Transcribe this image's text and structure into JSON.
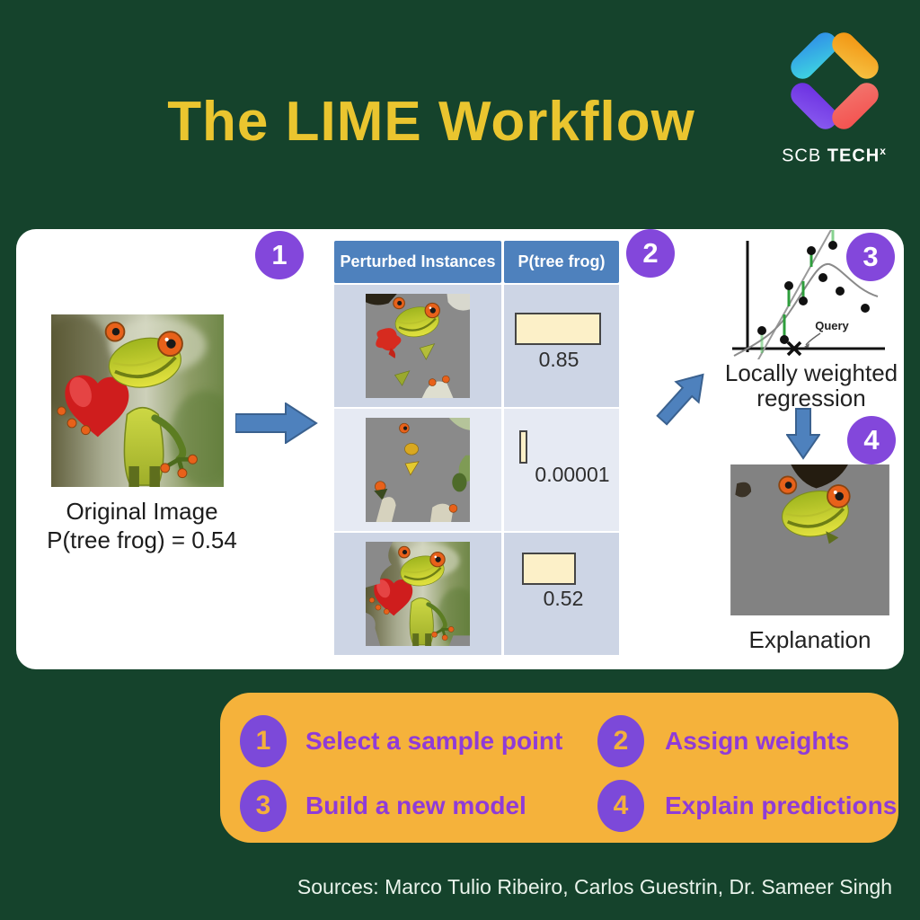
{
  "header": {
    "title": "The LIME Workflow",
    "logo": {
      "scb": "SCB ",
      "tech": "TECH",
      "sup": "x"
    }
  },
  "diagram": {
    "steps": [
      "1",
      "2",
      "3",
      "4"
    ],
    "original": {
      "caption1": "Original Image",
      "caption2": "P(tree frog)  = 0.54"
    },
    "table": {
      "header": {
        "col1": "Perturbed Instances",
        "col2": "P(tree frog)"
      },
      "rows": [
        {
          "value": "0.85"
        },
        {
          "value": "0.00001"
        },
        {
          "value": "0.52"
        }
      ]
    },
    "scatter": {
      "query": "Query",
      "caption1": "Locally weighted",
      "caption2": "regression"
    },
    "explanation": {
      "caption": "Explanation"
    }
  },
  "legend": {
    "items": [
      {
        "num": "1",
        "label": "Select a sample point"
      },
      {
        "num": "2",
        "label": "Assign weights"
      },
      {
        "num": "3",
        "label": "Build a new model"
      },
      {
        "num": "4",
        "label": "Explain predictions"
      }
    ]
  },
  "footer": {
    "sources": "Sources: Marco Tulio Ribeiro, Carlos Guestrin, Dr. Sameer Singh"
  },
  "colors": {
    "background": "#15432C",
    "title_yellow": "#EAC52F",
    "accent_purple": "#8347DB",
    "legend_orange": "#F5B23B",
    "table_header_blue": "#4E81BD",
    "arrow_blue": "#4E81BD",
    "band_dark": "#CDD5E5",
    "band_light": "#E6EAF3",
    "bar_fill": "#FCF0C8"
  }
}
